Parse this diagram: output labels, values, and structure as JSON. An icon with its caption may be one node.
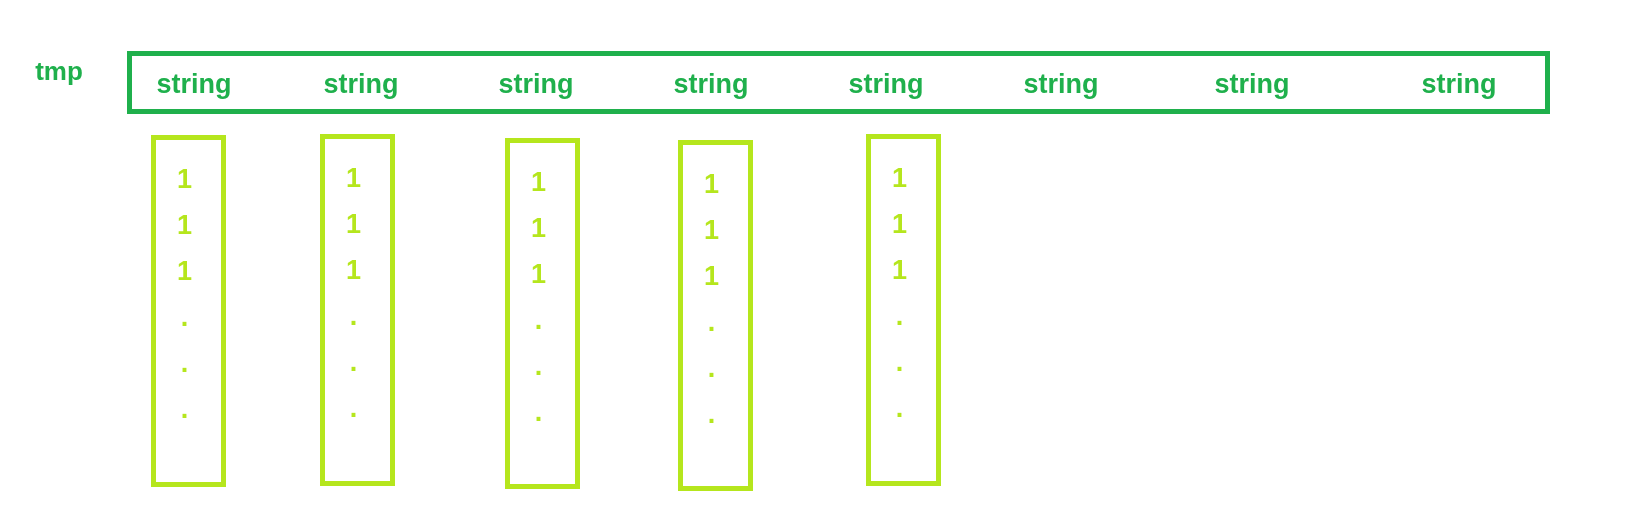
{
  "diagram": {
    "nodes": [
      {
        "text": [
          "tmp",
          "string",
          "string",
          "string",
          "string",
          "string",
          "string",
          "string",
          "string"
        ]
      },
      {
        "text": [
          "1",
          "1",
          "1",
          ".",
          ".",
          "."
        ]
      },
      {
        "text": [
          "1",
          "1",
          "1",
          ".",
          ".",
          "."
        ]
      },
      {
        "text": [
          "1",
          "1",
          "1",
          ".",
          ".",
          "."
        ]
      },
      {
        "text": [
          "1",
          "1",
          "1",
          ".",
          ".",
          "."
        ]
      },
      {
        "text": [
          "1",
          "1",
          "1",
          ".",
          ".",
          "."
        ]
      }
    ]
  }
}
